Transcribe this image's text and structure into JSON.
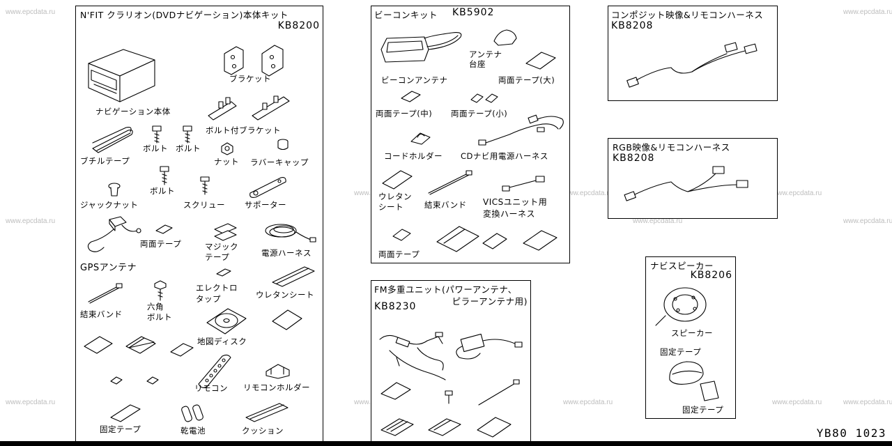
{
  "watermark": "www.epcdata.ru",
  "reference": "YB80 1023",
  "panels": {
    "nav_kit": {
      "title": "N'FIT クラリオン(DVDナビゲーション)本体キット",
      "code": "KB8200",
      "labels": {
        "bracket": "ブラケット",
        "nav_unit": "ナビゲーション本体",
        "bolt_bracket": "ボルト付ブラケット",
        "bolt1": "ボルト",
        "bolt2": "ボルト",
        "butyl_tape": "ブチルテープ",
        "nut": "ナット",
        "rubber_cap": "ラバーキャップ",
        "bolt3": "ボルト",
        "jack_nut": "ジャックナット",
        "screw": "スクリュー",
        "supporter": "サポーター",
        "ds_tape": "両面テープ",
        "magic_tape": "マジック\nテープ",
        "power_harness": "電源ハーネス",
        "gps_antenna": "GPSアンテナ",
        "electro_tap": "エレクトロ\nタップ",
        "urethane_sheet": "ウレタンシート",
        "cable_tie": "結束バンド",
        "hex_bolt": "六角\nボルト",
        "map_disc": "地図ディスク",
        "remote": "リモコン",
        "remote_holder": "リモコンホルダー",
        "fix_tape": "固定テープ",
        "battery": "乾電池",
        "cushion": "クッション"
      }
    },
    "beacon_kit": {
      "title": "ビーコンキット",
      "code": "KB5902",
      "labels": {
        "antenna_base": "アンテナ\n台座",
        "beacon_antenna": "ビーコンアンテナ",
        "ds_tape_large": "両面テープ(大)",
        "ds_tape_mid": "両面テープ(中)",
        "ds_tape_small": "両面テープ(小)",
        "cord_holder": "コードホルダー",
        "cd_power_harness": "CDナビ用電源ハーネス",
        "urethane_sheet": "ウレタン\nシート",
        "cable_tie": "結束バンド",
        "vics_harness": "VICSユニット用\n変換ハーネス",
        "ds_tape": "両面テープ"
      }
    },
    "fm_kit": {
      "title": "FM多重ユニット(パワーアンテナ、",
      "title2": "ピラーアンテナ用)",
      "code": "KB8230"
    },
    "composite_kit": {
      "title": "コンポジット映像&リモコンハーネス",
      "code": "KB8208"
    },
    "rgb_kit": {
      "title": "RGB映像&リモコンハーネス",
      "code": "KB8208"
    },
    "speaker_kit": {
      "title": "ナビスピーカー",
      "code": "KB8206",
      "labels": {
        "speaker": "スピーカー",
        "fix_tape1": "固定テープ",
        "fix_tape2": "固定テープ"
      }
    }
  }
}
